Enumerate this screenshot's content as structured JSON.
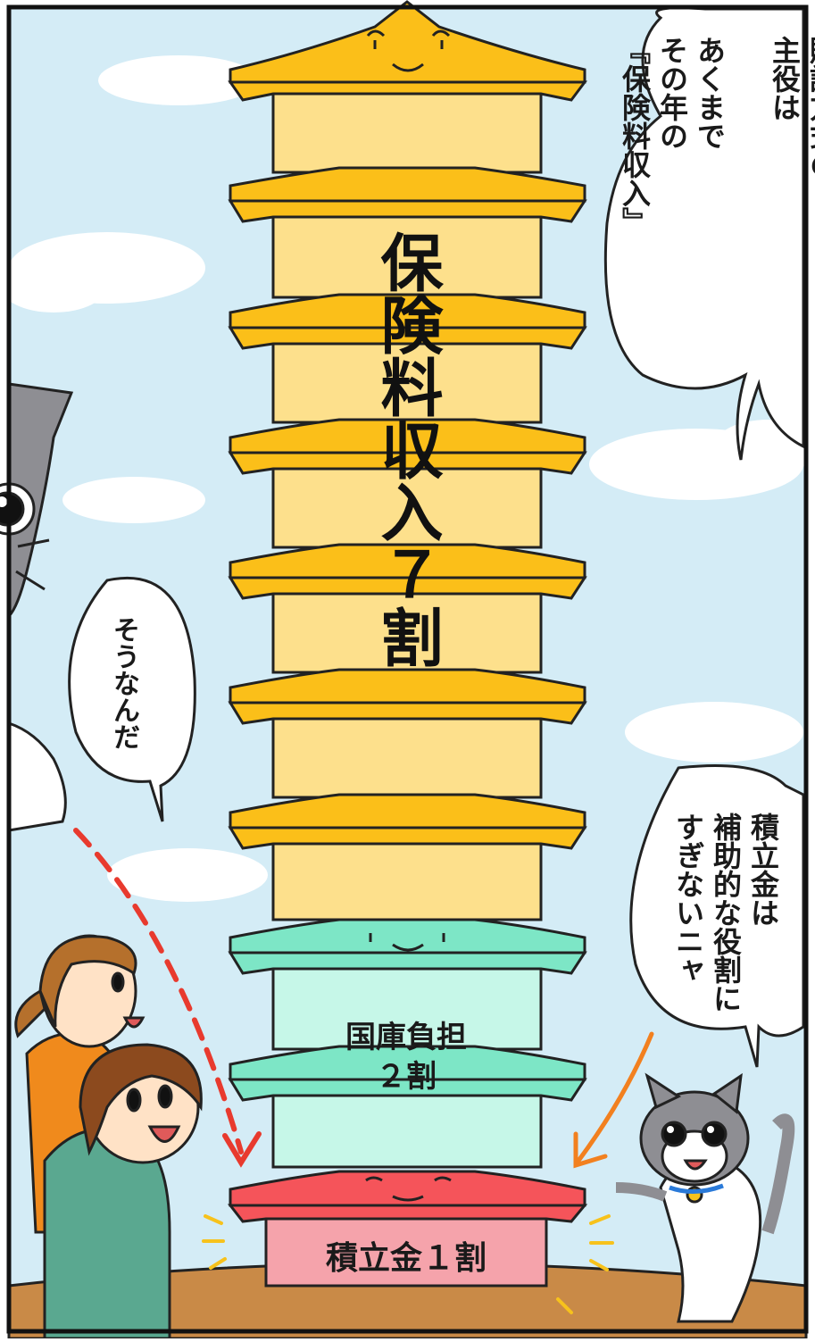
{
  "tower": {
    "title": "保険料収入７割",
    "middle_label": "国庫負担\n２割",
    "bottom_label": "積立金１割"
  },
  "bubbles": {
    "top": "賦課方式の\n主役は\n\nあくまで\nその年の\n『保険料収入』",
    "left": "そうなんだ",
    "right": "積立金は\n補助的な役割に\nすぎないニャ"
  },
  "colors": {
    "sky": "#d4ecf6",
    "cloud": "#ffffff",
    "roof_yellow": "#fbbf19",
    "wall_yellow": "#fde08c",
    "roof_green": "#7de6c6",
    "wall_green": "#c6f7e8",
    "roof_red": "#f5545a",
    "base_pink": "#f5a3ab",
    "ground": "#c98a47",
    "arrow_red": "#e83a2e",
    "arrow_orange": "#f2801f",
    "cat_gray": "#8e8e93"
  }
}
